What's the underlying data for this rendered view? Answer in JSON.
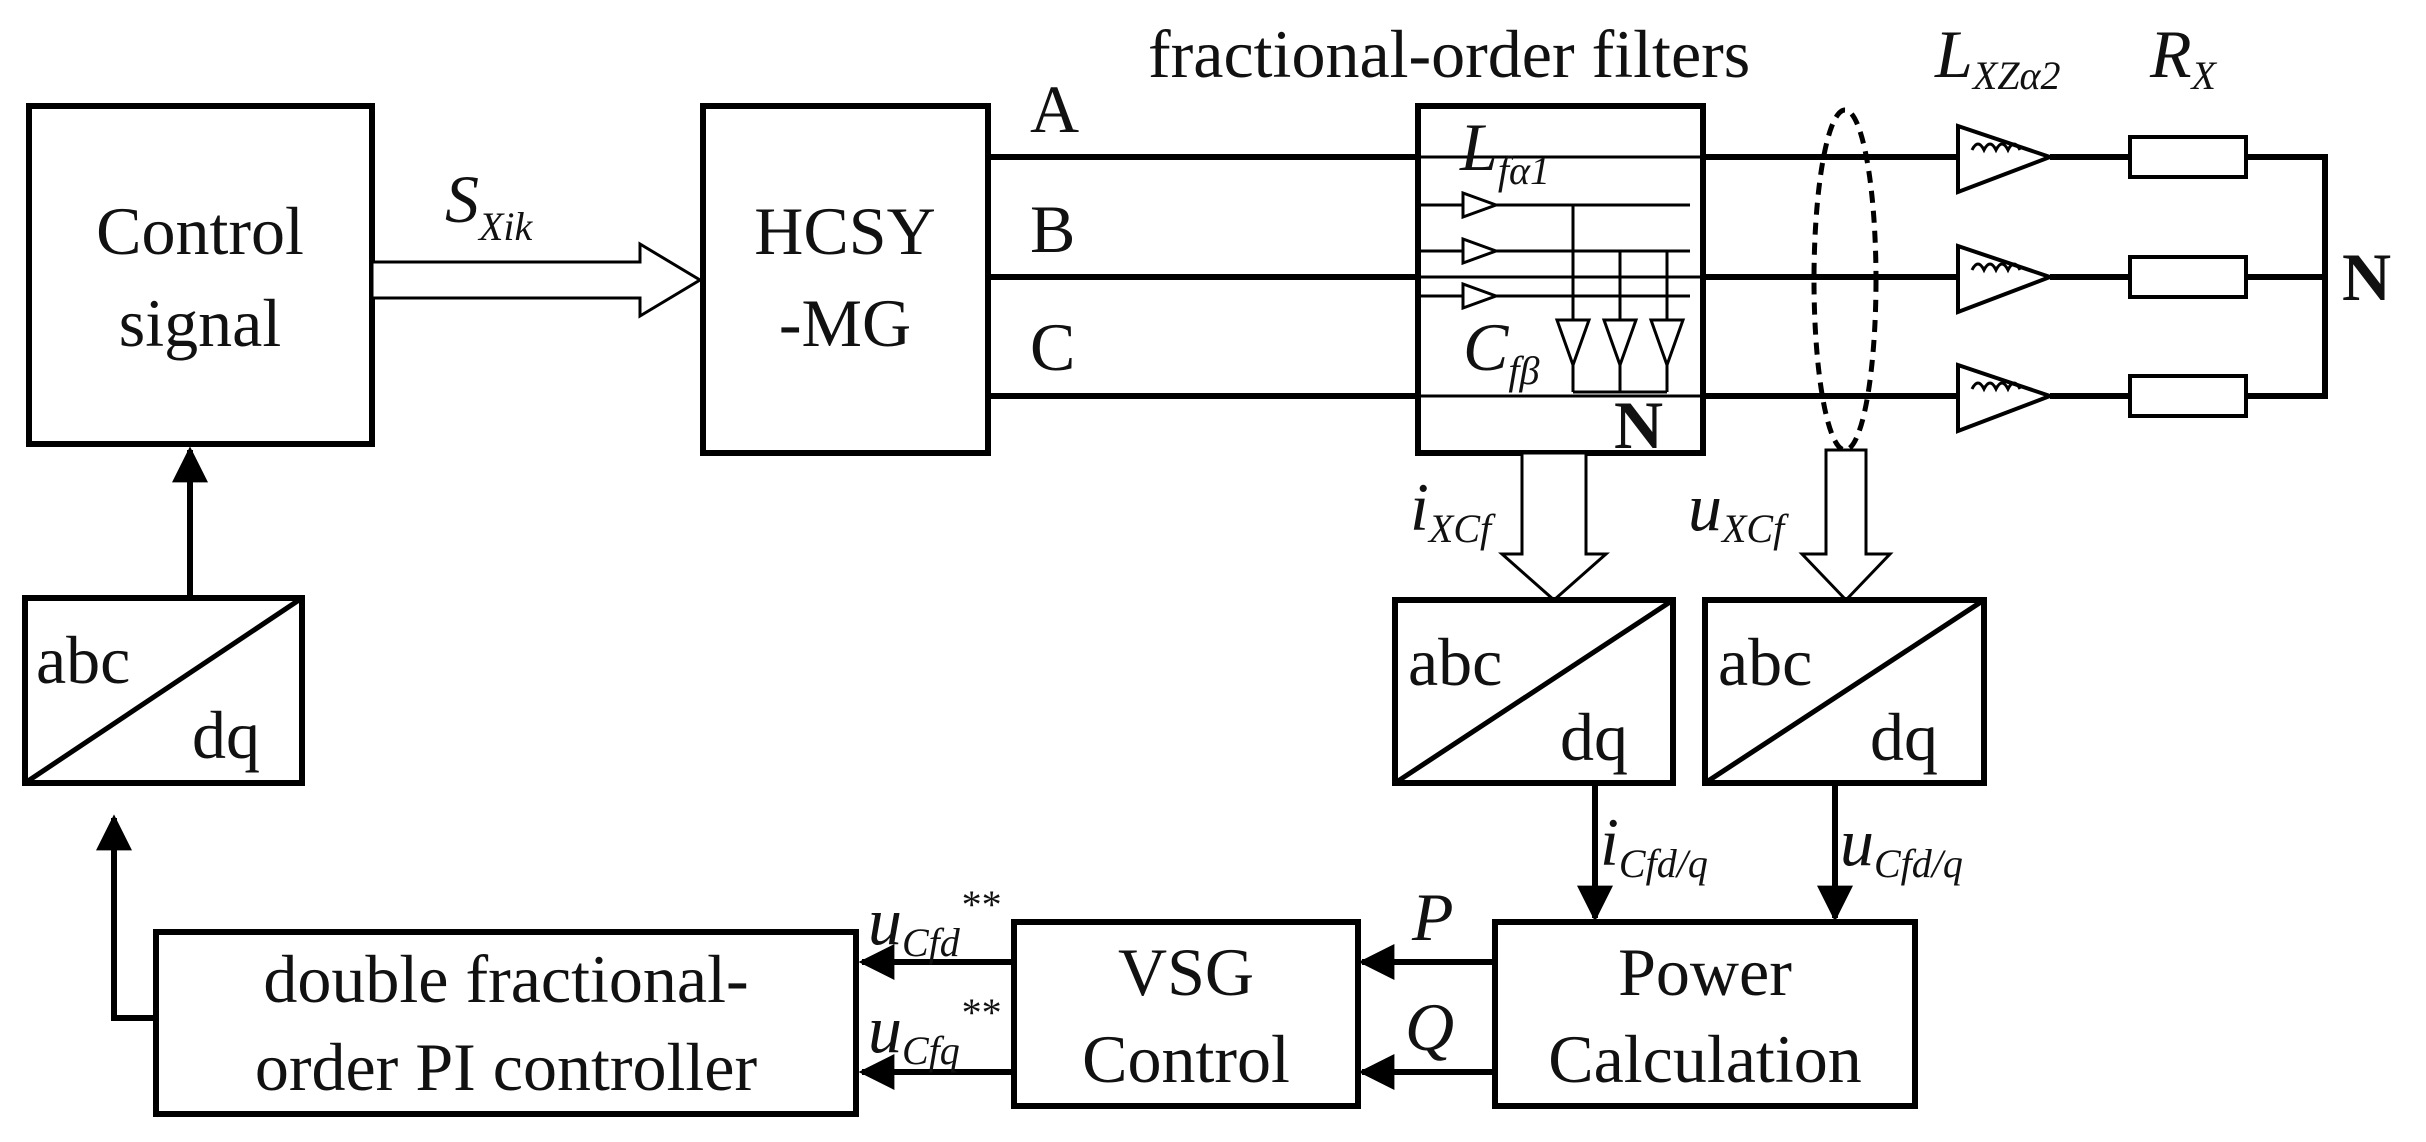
{
  "blocks": {
    "control_signal": {
      "line1": "Control",
      "line2": "signal"
    },
    "hcsy_mg": {
      "line1": "HCSY",
      "line2": "-MG"
    },
    "abc_dq_left": {
      "top": "abc",
      "bottom": "dq"
    },
    "abc_dq_mid": {
      "top": "abc",
      "bottom": "dq"
    },
    "abc_dq_right": {
      "top": "abc",
      "bottom": "dq"
    },
    "double_fopi": {
      "line1": "double fractional-",
      "line2": "order PI controller"
    },
    "vsg_control": {
      "line1": "VSG",
      "line2": "Control"
    },
    "power_calc": {
      "line1": "Power",
      "line2": "Calculation"
    },
    "filter_box": {
      "title": "fractional-order filters",
      "inductor": {
        "main": "L",
        "sub": "fα1"
      },
      "capacitor": {
        "main": "C",
        "sub": "fβ"
      },
      "neutral": "N"
    }
  },
  "phases": [
    "A",
    "B",
    "C"
  ],
  "signals": {
    "s_xik": {
      "main": "S",
      "sub": "Xik"
    },
    "i_xcf": {
      "main": "i",
      "sub": "XCf"
    },
    "u_xcf": {
      "main": "u",
      "sub": "XCf"
    },
    "i_cfdq": {
      "main": "i",
      "sub": "Cfd/q"
    },
    "u_cfdq": {
      "main": "u",
      "sub": "Cfd/q"
    },
    "p": "P",
    "q": "Q",
    "u_cfd_ref": {
      "main": "u",
      "sub": "Cfd",
      "sup": "**"
    },
    "u_cfq_ref": {
      "main": "u",
      "sub": "Cfq",
      "sup": "**"
    }
  },
  "load": {
    "inductor": {
      "main": "L",
      "sub": "XZα2"
    },
    "resistor": {
      "main": "R",
      "sub": "X"
    },
    "neutral": "N"
  },
  "colors": {
    "stroke": "#000000",
    "background": "#ffffff"
  }
}
